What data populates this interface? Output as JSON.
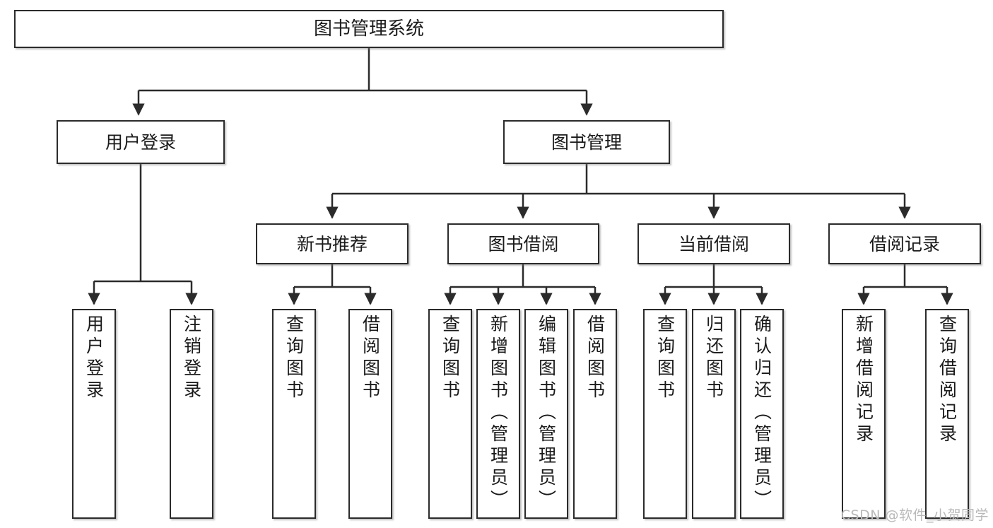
{
  "diagram": {
    "type": "tree-hierarchy",
    "title": "图书管理系统",
    "watermark": "CSDN @软件_小贺同学",
    "colors": {
      "background": "#ffffff",
      "box_border": "#2b2b2b",
      "box_fill": "#ffffff",
      "connector": "#2b2b2b",
      "text": "#1a1a1a",
      "watermark": "#b9b9b9"
    },
    "nodes": {
      "root": {
        "label": "图书管理系统"
      },
      "level2": [
        {
          "label": "用户登录"
        },
        {
          "label": "图书管理"
        }
      ],
      "level3": [
        {
          "label": "新书推荐"
        },
        {
          "label": "图书借阅"
        },
        {
          "label": "当前借阅"
        },
        {
          "label": "借阅记录"
        }
      ],
      "leaves": {
        "user_login": [
          {
            "label": "用户登录"
          },
          {
            "label": "注销登录"
          }
        ],
        "new_book_recommend": [
          {
            "label": "查询图书"
          },
          {
            "label": "借阅图书"
          }
        ],
        "book_borrow": [
          {
            "label": "查询图书"
          },
          {
            "label": "新增图书（管理员）"
          },
          {
            "label": "编辑图书（管理员）"
          },
          {
            "label": "借阅图书"
          }
        ],
        "current_borrow": [
          {
            "label": "查询图书"
          },
          {
            "label": "归还图书"
          },
          {
            "label": "确认归还（管理员）"
          }
        ],
        "borrow_record": [
          {
            "label": "新增借阅记录"
          },
          {
            "label": "查询借阅记录"
          }
        ]
      }
    }
  }
}
